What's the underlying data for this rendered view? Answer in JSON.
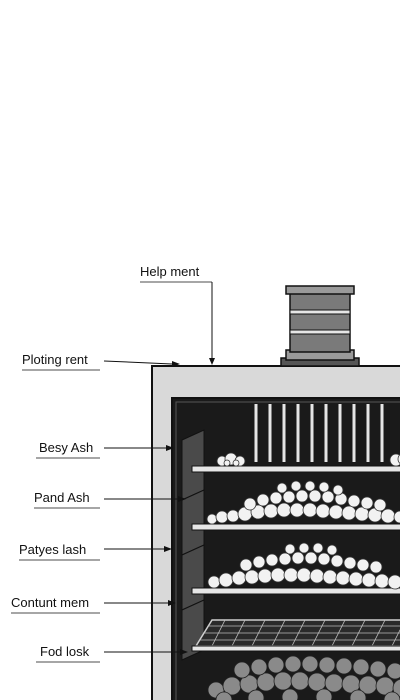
{
  "labels": {
    "top": "Help ment",
    "left_1": "Ploting rent",
    "left_2": "Besy Ash",
    "left_3": "Pand Ash",
    "left_4": "Patyes lash",
    "left_5": "Contunt mem",
    "left_6": "Fod losk"
  },
  "colors": {
    "outline": "#111111",
    "cabinet_frame": "#d9d9d9",
    "chamber": "#1a1a1a",
    "shelf": "#e6e6e6",
    "chimney": "#7a7a7a",
    "rock": "#f2f2f2"
  }
}
